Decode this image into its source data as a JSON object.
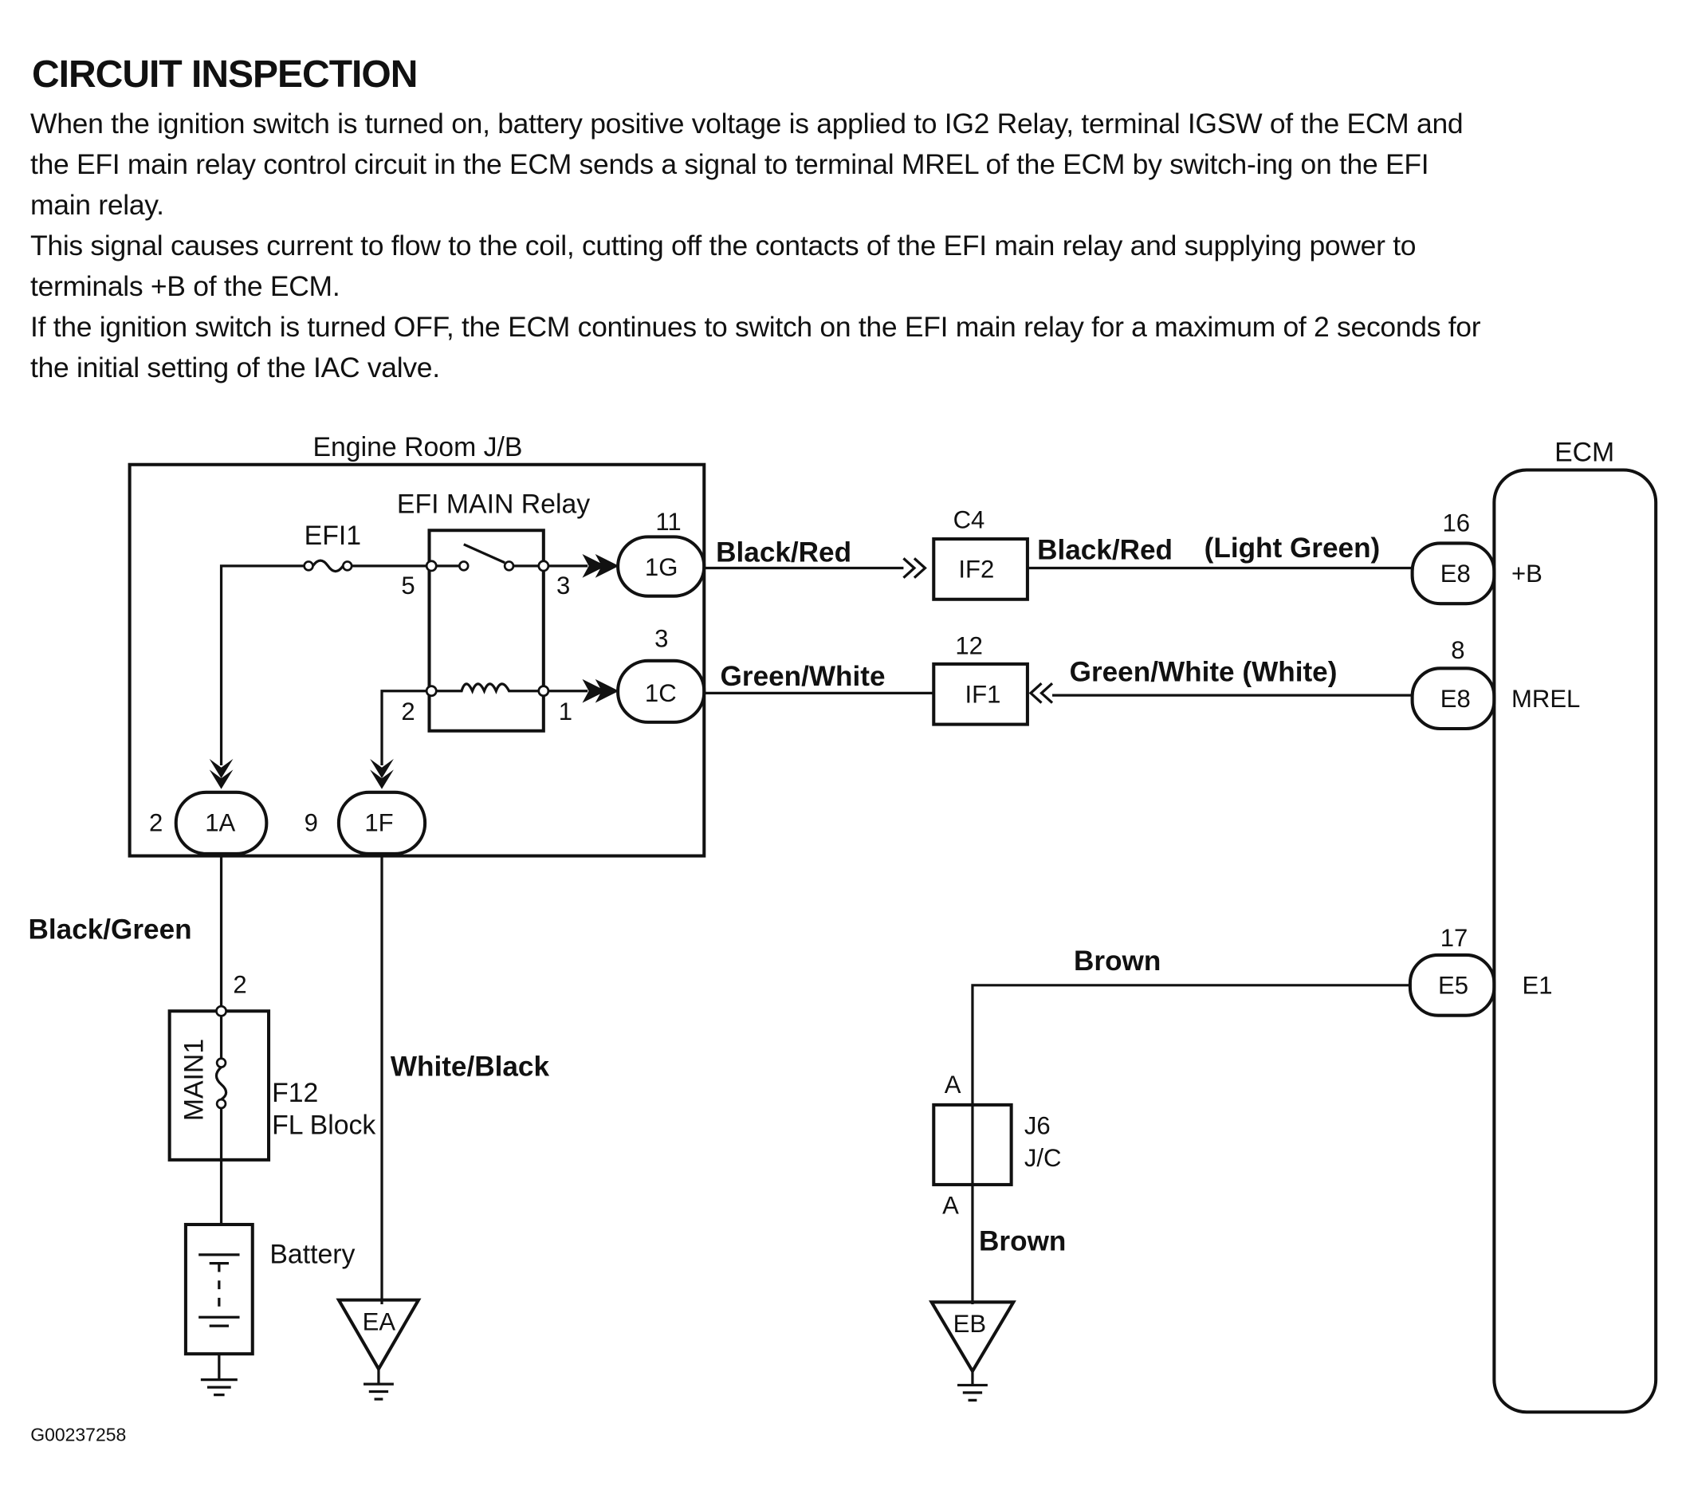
{
  "document": {
    "heading": "CIRCUIT INSPECTION",
    "paragraphs": [
      "When the ignition switch is turned on, battery positive voltage is applied to IG2 Relay, terminal IGSW of the ECM and the EFI main relay control circuit in the ECM sends a signal to terminal MREL of the ECM by switch-ing on the EFI main relay.",
      "This signal causes current to flow to the coil, cutting off the contacts of the EFI main relay and supplying power to terminals +B of the ECM.",
      "If the ignition switch is turned OFF, the ECM continues to switch on the EFI main relay for a maximum of 2 seconds for the initial setting of the IAC valve."
    ],
    "figure_id": "G00237258"
  },
  "diagram": {
    "engine_room_jb": {
      "title": "Engine Room J/B",
      "fuse_label": "EFI1",
      "relay_label": "EFI MAIN Relay",
      "relay_pins": {
        "p5": "5",
        "p3": "3",
        "p2": "2",
        "p1": "1"
      },
      "connectors": {
        "c1G": {
          "name": "1G",
          "pin": "11"
        },
        "c1C": {
          "name": "1C",
          "pin": "3"
        },
        "c1A": {
          "name": "1A",
          "pin": "2"
        },
        "c1F": {
          "name": "1F",
          "pin": "9"
        }
      }
    },
    "wires": {
      "black_red": "Black/Red",
      "black_red_lg": "Black/Red",
      "light_green": "(Light Green)",
      "green_white": "Green/White",
      "green_white_w": "Green/White (White)",
      "black_green": "Black/Green",
      "white_black": "White/Black",
      "brown_top": "Brown",
      "brown_bottom": "Brown"
    },
    "junctions": {
      "if2": {
        "name": "IF2",
        "pin": "C4"
      },
      "if1": {
        "name": "IF1",
        "pin": "12"
      }
    },
    "ecm": {
      "title": "ECM",
      "terminals": [
        {
          "connector": "E8",
          "pin": "16",
          "name": "+B"
        },
        {
          "connector": "E8",
          "pin": "8",
          "name": "MREL"
        },
        {
          "connector": "E5",
          "pin": "17",
          "name": "E1"
        }
      ]
    },
    "fl_block": {
      "fuse": "MAIN1",
      "pin": "2",
      "code": "F12",
      "name": "FL Block"
    },
    "battery": {
      "label": "Battery"
    },
    "grounds": {
      "ea": "EA",
      "eb": "EB"
    },
    "jc": {
      "code": "J6",
      "name": "J/C",
      "pin_top": "A",
      "pin_bottom": "A"
    }
  }
}
